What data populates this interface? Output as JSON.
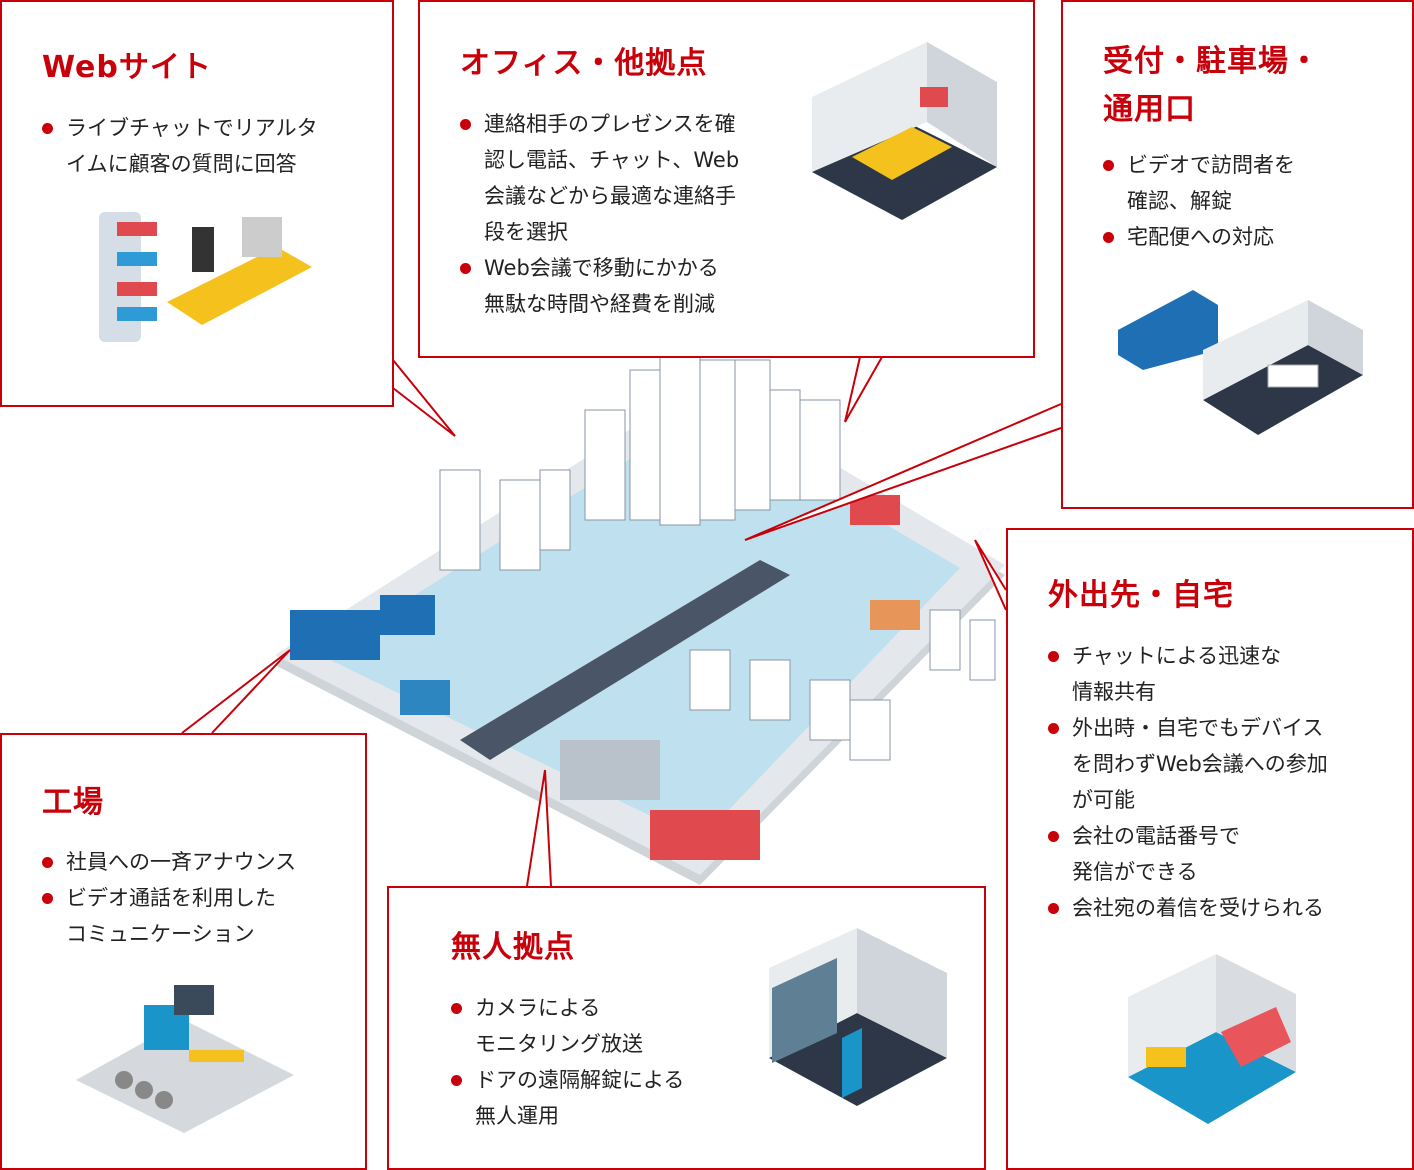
{
  "colors": {
    "accent": "#c8000a",
    "text": "#222222",
    "city_base": "#d8dde2",
    "city_ground": "#bfe0ee"
  },
  "sections": {
    "web": {
      "title": "Webサイト",
      "bullets": [
        "ライブチャットでリアルタ\nイムに顧客の質問に回答"
      ]
    },
    "office": {
      "title": "オフィス・他拠点",
      "bullets": [
        "連絡相手のプレゼンスを確\n認し電話、チャット、Web\n会議などから最適な連絡手\n段を選択",
        "Web会議で移動にかかる\n無駄な時間や経費を削減"
      ]
    },
    "reception": {
      "title": "受付・駐車場・\n通用口",
      "bullets": [
        "ビデオで訪問者を\n確認、解錠",
        "宅配便への対応"
      ]
    },
    "outside": {
      "title": "外出先・自宅",
      "bullets": [
        "チャットによる迅速な\n情報共有",
        "外出時・自宅でもデバイス\nを問わずWeb会議への参加\nが可能",
        "会社の電話番号で\n発信ができる",
        "会社宛の着信を受けられる"
      ]
    },
    "factory": {
      "title": "工場",
      "bullets": [
        "社員への一斉アナウンス",
        "ビデオ通話を利用した\nコミュニケーション"
      ]
    },
    "unmanned": {
      "title": "無人拠点",
      "bullets": [
        "カメラによる\nモニタリング放送",
        "ドアの遠隔解錠による\n無人運用"
      ]
    }
  }
}
